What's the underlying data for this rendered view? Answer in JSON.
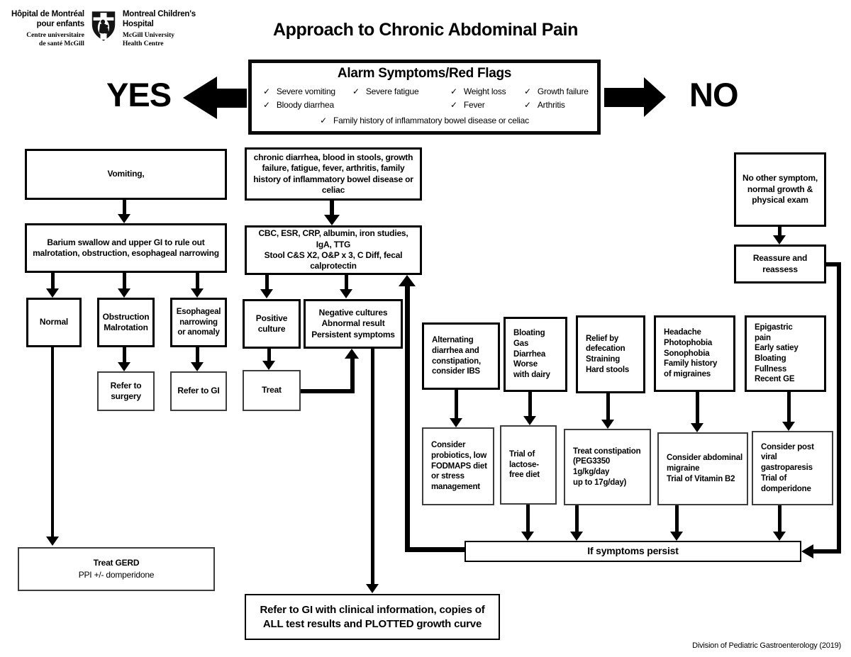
{
  "colors": {
    "ink": "#000000",
    "paper": "#ffffff"
  },
  "header": {
    "logo": {
      "fr_name": "Hôpital de Montréal\npour enfants",
      "fr_org": "Centre universitaire\nde santé McGill",
      "en_name": "Montreal Children's\nHospital",
      "en_org": "McGill University\nHealth Centre"
    },
    "title": "Approach to Chronic Abdominal Pain"
  },
  "branch": {
    "yes": "YES",
    "no": "NO"
  },
  "alarm": {
    "title": "Alarm Symptoms/Red Flags",
    "check": "✓",
    "col1": [
      "Severe vomiting",
      "Bloody diarrhea"
    ],
    "col2": [
      "Severe fatigue"
    ],
    "col3": [
      "Weight loss",
      "Fever"
    ],
    "col4": [
      "Growth failure",
      "Arthritis"
    ],
    "footer": "Family history of inflammatory bowel disease or celiac"
  },
  "nodes": {
    "vomiting": "Vomiting,",
    "barium": "Barium swallow and upper GI to rule out\nmalrotation, obstruction, esophageal narrowing",
    "normal": "Normal",
    "obstruction": "Obstruction\nMalrotation",
    "esophageal": "Esophageal\nnarrowing\nor anomaly",
    "refer_surgery": "Refer to\nsurgery",
    "refer_gi": "Refer to GI",
    "treat_gerd_title": "Treat GERD",
    "treat_gerd_sub": "PPI +/- domperidone",
    "chronic_symptoms": "chronic diarrhea, blood in stools, growth\nfailure, fatigue, fever, arthritis, family\nhistory of inflammatory bowel disease or\nceliac",
    "labs": "CBC, ESR, CRP, albumin, iron studies,\nIgA, TTG\nStool C&S X2, O&P x 3, C Diff, fecal\ncalprotectin",
    "positive_culture": "Positive\nculture",
    "negative_cultures": "Negative cultures\nAbnormal result\nPersistent symptoms",
    "treat": "Treat",
    "refer_gi_full": "Refer to GI with clinical information, copies of\nALL test results and PLOTTED growth curve",
    "no_other_symptom": "No other symptom,\nnormal growth &\nphysical exam",
    "reassure": "Reassure and\nreassess",
    "persist": "If symptoms persist"
  },
  "pathways": [
    {
      "symptom": "Alternating\ndiarrhea and\nconstipation,\nconsider IBS",
      "treatment": "Consider\nprobiotics, low\nFODMAPS diet\nor stress\nmanagement"
    },
    {
      "symptom": "Bloating\nGas\nDiarrhea\nWorse\nwith dairy",
      "treatment": "Trial of\nlactose-\nfree diet"
    },
    {
      "symptom": "Relief by\ndefecation\nStraining\nHard stools",
      "treatment": "Treat constipation\n(PEG3350 1g/kg/day\nup to 17g/day)"
    },
    {
      "symptom": "Headache\nPhotophobia\nSonophobia\nFamily history\nof migraines",
      "treatment": "Consider abdominal\nmigraine\nTrial of Vitamin B2"
    },
    {
      "symptom": "Epigastric\npain\nEarly satiey\nBloating\nFullness\nRecent GE",
      "treatment": "Consider post\nviral\ngastroparesis\nTrial of\ndomperidone"
    }
  ],
  "credit": "Division of Pediatric Gastroenterology (2019)"
}
